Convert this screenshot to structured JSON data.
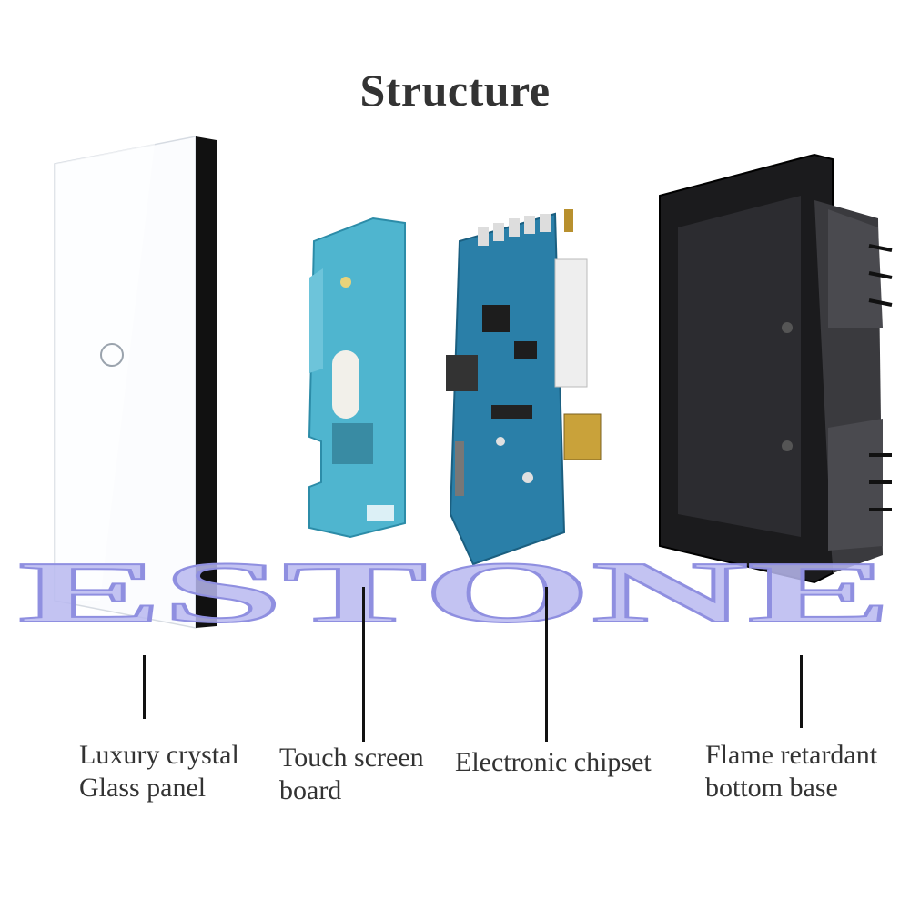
{
  "title": "Structure",
  "watermark": "ESTONE",
  "colors": {
    "glass": "#f6f8fb",
    "glass_edge": "#111111",
    "board_blue": "#3aa9c4",
    "pcb_blue": "#2a7fa8",
    "base_black": "#1b1b1d",
    "watermark": "#b8b8f0"
  },
  "parts": [
    {
      "id": "glass-panel",
      "label_lines": [
        "Luxury crystal",
        "Glass panel"
      ]
    },
    {
      "id": "touch-board",
      "label_lines": [
        "Touch screen",
        "board"
      ]
    },
    {
      "id": "chipset",
      "label_lines": [
        "Electronic chipset"
      ]
    },
    {
      "id": "base",
      "label_lines": [
        "Flame retardant",
        "bottom base"
      ]
    }
  ]
}
